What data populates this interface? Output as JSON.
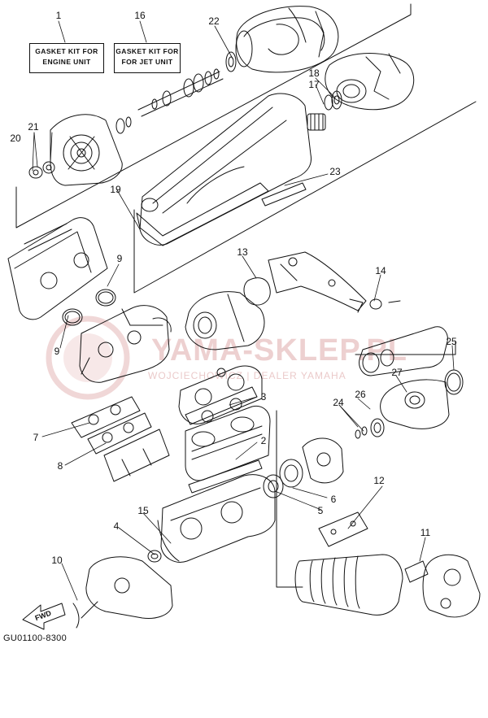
{
  "kits": {
    "engine": [
      "GASKET KIT FOR",
      "ENGINE UNIT"
    ],
    "jet": [
      "GASKET KIT FOR",
      "FOR JET UNIT"
    ]
  },
  "labels": {
    "l1": "1",
    "l2": "2",
    "l3": "3",
    "l4": "4",
    "l5": "5",
    "l6": "6",
    "l7": "7",
    "l8": "8",
    "l9a": "9",
    "l9b": "9",
    "l10": "10",
    "l11": "11",
    "l12": "12",
    "l13": "13",
    "l14": "14",
    "l15": "15",
    "l16": "16",
    "l17": "17",
    "l18": "18",
    "l19": "19",
    "l20": "20",
    "l21": "21",
    "l22": "22",
    "l23": "23",
    "l24": "24",
    "l25": "25",
    "l26": "26",
    "l27": "27"
  },
  "fwd": "FWD",
  "diagram_code": "GU01100-8300",
  "watermark": {
    "brand": "YAMA-SKLEP.PL",
    "sub": "WOJCIECHOWICZ | DEALER YAMAHA"
  },
  "colors": {
    "ink": "#111111",
    "watermark": "#e4b8b8"
  }
}
